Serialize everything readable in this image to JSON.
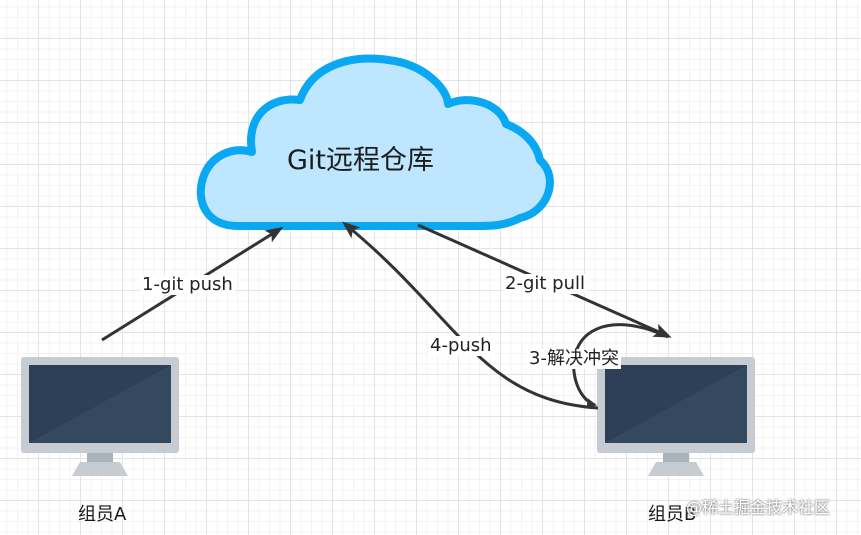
{
  "diagram": {
    "cloud": {
      "title": "Git远程仓库",
      "fill_color": "#bfe6ff",
      "stroke_color": "#0aa8f2"
    },
    "computers": {
      "a": {
        "label": "组员A"
      },
      "b": {
        "label": "组员B"
      },
      "screen_color": "#2e4057",
      "frame_color": "#c6ccd1"
    },
    "edges": [
      {
        "id": "edge-1",
        "label": "1-git push",
        "from": "组员A",
        "to": "Git远程仓库"
      },
      {
        "id": "edge-2",
        "label": "2-git pull",
        "from": "Git远程仓库",
        "to": "组员B"
      },
      {
        "id": "edge-3",
        "label": "3-解决冲突",
        "from": "组员B",
        "to": "组员B"
      },
      {
        "id": "edge-4",
        "label": "4-push",
        "from": "组员B",
        "to": "Git远程仓库"
      }
    ],
    "edge_color": "#333333"
  },
  "watermark": {
    "text": "@稀土掘金技术社区"
  }
}
